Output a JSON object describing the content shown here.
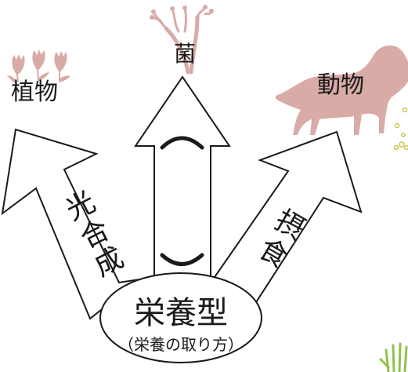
{
  "labels": {
    "plants": "植物",
    "fungi": "菌",
    "animals": "動物",
    "photosynthesis": "光合成",
    "ingestion": "摂食",
    "nutrition_type": "栄養型",
    "nutrition_subtitle": "（栄養の取り方）"
  },
  "arrows": {
    "center_bracket_top": "︵",
    "center_bracket_bottom": "︶"
  },
  "colors": {
    "silhouette": "#d8aba6",
    "outline": "#1a1a1a",
    "fill": "#ffffff",
    "decor_yellow": "#c8c64a",
    "decor_green": "#8fc34a"
  },
  "icons": {
    "plants": "tulip-icon",
    "fungi": "mold-icon",
    "animals": "dog-silhouette",
    "decor_dots": "bubbles-icon",
    "decor_hand": "hand-icon"
  }
}
